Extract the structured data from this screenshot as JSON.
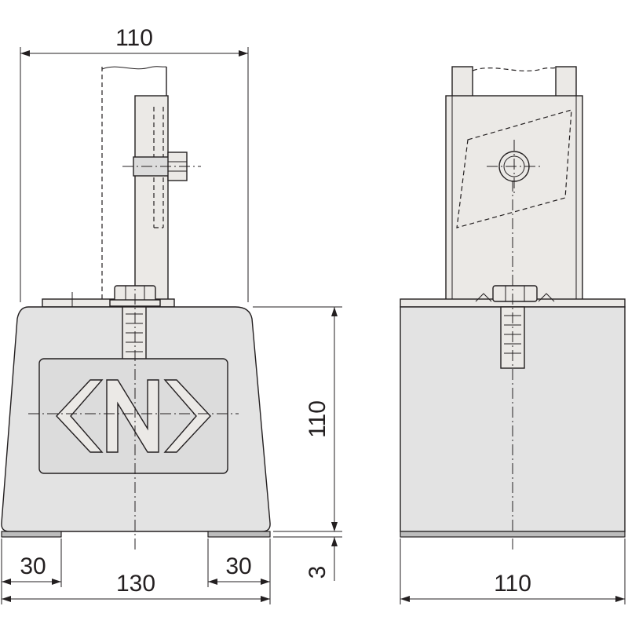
{
  "dimensions": {
    "top_width": "110",
    "height": "110",
    "foot_left": "30",
    "foot_right": "30",
    "base_width": "130",
    "pad_thickness": "3",
    "side_width": "110"
  }
}
